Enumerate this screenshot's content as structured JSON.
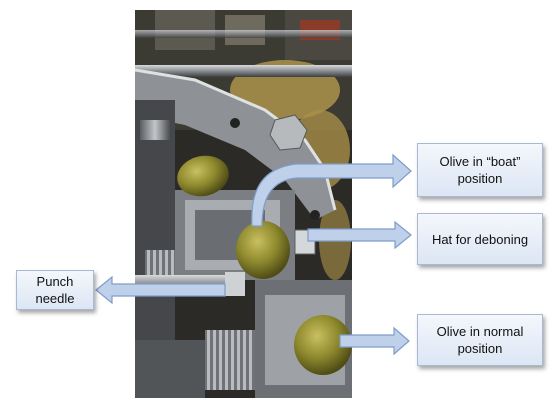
{
  "labels": {
    "punch_needle": "Punch\nneedle",
    "olive_boat": "Olive in “boat”\nposition",
    "hat_deboning": "Hat for deboning",
    "olive_normal": "Olive in normal\nposition"
  },
  "colors": {
    "arrow_fill": "#bfd0ea",
    "arrow_stroke": "#7f9cc9",
    "box_border": "#a9b9d3"
  },
  "photo": {
    "content": "olive-pitting-machine"
  }
}
